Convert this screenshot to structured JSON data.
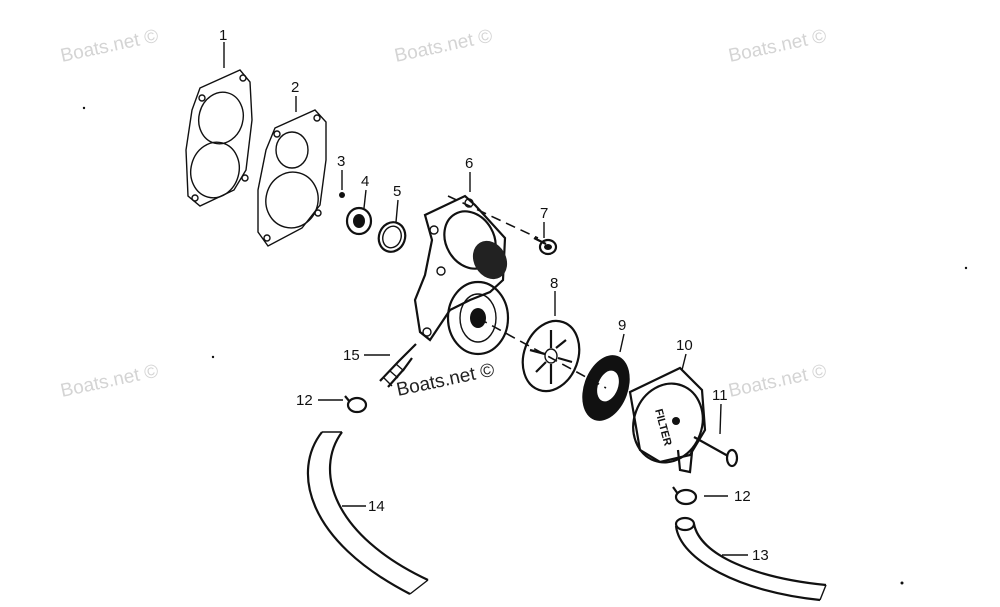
{
  "watermarks": [
    {
      "text": "Boats.net ©",
      "key": "wm1"
    },
    {
      "text": "Boats.net ©",
      "key": "wm2"
    },
    {
      "text": "Boats.net ©",
      "key": "wm3"
    },
    {
      "text": "Boats.net ©",
      "key": "wm4"
    },
    {
      "text": "Boats.net ©",
      "key": "wm5"
    },
    {
      "text": "Boats.net ©",
      "key": "wm6"
    }
  ],
  "callouts": [
    "1",
    "2",
    "3",
    "4",
    "5",
    "6",
    "7",
    "8",
    "9",
    "10",
    "11",
    "12",
    "12",
    "13",
    "14",
    "15"
  ],
  "part_marking": "FILTER"
}
